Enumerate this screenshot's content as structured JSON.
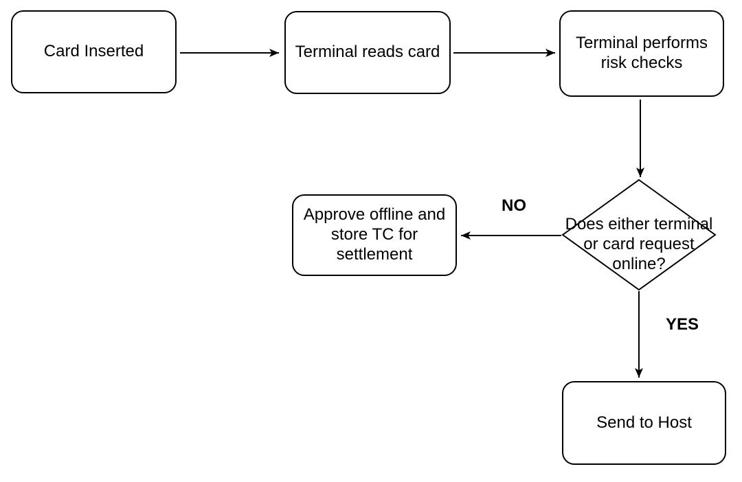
{
  "diagram": {
    "type": "flowchart",
    "colors": {
      "stroke": "#000000",
      "fill": "#ffffff",
      "text": "#000000"
    },
    "nodes": {
      "card_inserted": {
        "label": "Card Inserted",
        "shape": "rounded-rectangle"
      },
      "terminal_reads": {
        "label": "Terminal reads card",
        "shape": "rounded-rectangle"
      },
      "risk_checks": {
        "label": "Terminal performs risk checks",
        "shape": "rounded-rectangle"
      },
      "decision_online": {
        "label": "Does either terminal or card request online?",
        "shape": "diamond"
      },
      "approve_offline": {
        "label": "Approve offline and store TC for settlement",
        "shape": "rounded-rectangle"
      },
      "send_to_host": {
        "label": "Send to Host",
        "shape": "rounded-rectangle"
      }
    },
    "edges": [
      {
        "from": "card_inserted",
        "to": "terminal_reads",
        "label": ""
      },
      {
        "from": "terminal_reads",
        "to": "risk_checks",
        "label": ""
      },
      {
        "from": "risk_checks",
        "to": "decision_online",
        "label": ""
      },
      {
        "from": "decision_online",
        "to": "approve_offline",
        "label": "NO"
      },
      {
        "from": "decision_online",
        "to": "send_to_host",
        "label": "YES"
      }
    ],
    "edge_labels": {
      "no": "NO",
      "yes": "YES"
    }
  }
}
